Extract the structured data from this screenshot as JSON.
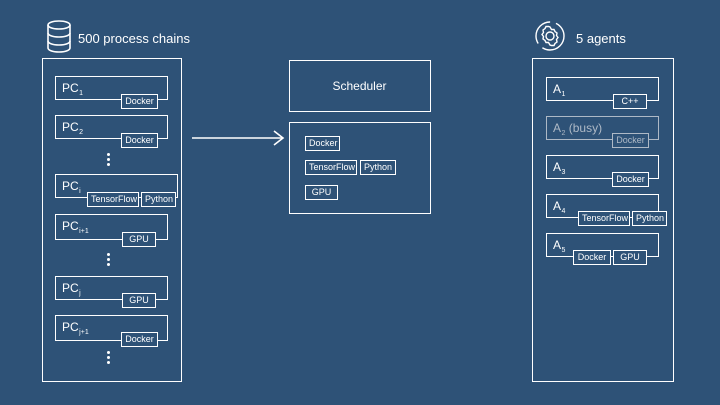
{
  "process_header": {
    "icon": "database-icon",
    "label": "500 process chains"
  },
  "agents_header": {
    "icon": "gear-cycle-icon",
    "label": "5 agents"
  },
  "process_chains": [
    {
      "name": "PC",
      "sub": "1",
      "tags": [
        "Docker"
      ]
    },
    {
      "name": "PC",
      "sub": "2",
      "tags": [
        "Docker"
      ]
    },
    {
      "name": "PC",
      "sub": "i",
      "tags": [
        "TensorFlow",
        "Python"
      ]
    },
    {
      "name": "PC",
      "sub": "i+1",
      "tags": [
        "GPU"
      ]
    },
    {
      "name": "PC",
      "sub": "j",
      "tags": [
        "GPU"
      ]
    },
    {
      "name": "PC",
      "sub": "j+1",
      "tags": [
        "Docker"
      ]
    }
  ],
  "scheduler": {
    "title": "Scheduler",
    "tags": [
      "Docker",
      "TensorFlow",
      "Python",
      "GPU"
    ]
  },
  "agents": [
    {
      "name": "A",
      "sub": "1",
      "suffix": "",
      "busy": false,
      "tags": [
        "C++"
      ]
    },
    {
      "name": "A",
      "sub": "2",
      "suffix": " (busy)",
      "busy": true,
      "tags": [
        "Docker"
      ]
    },
    {
      "name": "A",
      "sub": "3",
      "suffix": "",
      "busy": false,
      "tags": [
        "Docker"
      ]
    },
    {
      "name": "A",
      "sub": "4",
      "suffix": "",
      "busy": false,
      "tags": [
        "TensorFlow",
        "Python"
      ]
    },
    {
      "name": "A",
      "sub": "5",
      "suffix": "",
      "busy": false,
      "tags": [
        "Docker",
        "GPU"
      ]
    }
  ],
  "colors": {
    "background": "#2e5277",
    "foreground": "#ffffff",
    "busy": "#aeb9c6"
  }
}
